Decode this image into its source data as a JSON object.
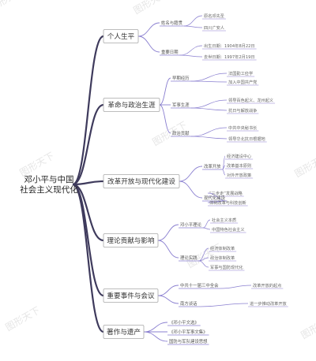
{
  "watermark": "图形天下",
  "root": {
    "line1": "邓小平与中国",
    "line2": "社会主义现代化"
  },
  "colors": {
    "root_branch": "#3e3a5c",
    "child_branch": "#8a7fd0",
    "box_border": "#a8a8a8",
    "text": "#333333"
  },
  "branches": [
    {
      "label": "个人生平",
      "children": [
        {
          "label": "姓名与籍贯",
          "children": [
            "原名邓先圣",
            "四川广安人"
          ]
        },
        {
          "label": "重要日期",
          "children": [
            "出生日期：1904年8月22日",
            "去世日期：1997年2月19日"
          ]
        }
      ]
    },
    {
      "label": "革命与政治生涯",
      "children": [
        {
          "label": "早期经历",
          "children": [
            "法国勤工俭学",
            "加入中国共产党"
          ]
        },
        {
          "label": "军事生涯",
          "children": [
            "领导百色起义、龙州起义",
            "抗日与解放战争"
          ]
        },
        {
          "label": "政治贡献",
          "children": [
            "中共中央秘书长",
            "领导华北抗日根据地"
          ]
        }
      ]
    },
    {
      "label": "改革开放与现代化建设",
      "children": [
        {
          "label": "改革开放",
          "children": [
            "经济建设中心",
            "改革基本原则",
            "对外开放政策"
          ]
        },
        {
          "label": "现代化建设",
          "children": [
            "“三步走”发展战略",
            "体制改革与科技创新"
          ]
        }
      ]
    },
    {
      "label": "理论贡献与影响",
      "children": [
        {
          "label": "邓小平理论",
          "children": [
            "社会主义本质",
            "中国特色社会主义"
          ]
        },
        {
          "label": "理论实践",
          "children": [
            "经济体制改革",
            "政治体制改革",
            "军事与国防现代化"
          ]
        }
      ]
    },
    {
      "label": "重要事件与会议",
      "children": [
        {
          "label": "中共十一届三中全会",
          "children": [
            "改革开放的起点"
          ]
        },
        {
          "label": "南方谈话",
          "children": [
            "进一步推动改革开放"
          ]
        }
      ]
    },
    {
      "label": "著作与遗产",
      "children": [
        {
          "label": "《邓小平文选》",
          "children": []
        },
        {
          "label": "《邓小平军事文集》",
          "children": []
        },
        {
          "label": "国防与军队建设思想",
          "children": []
        }
      ]
    }
  ]
}
